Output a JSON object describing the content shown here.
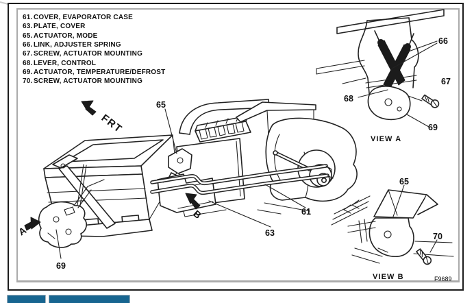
{
  "legend": {
    "items": [
      {
        "num": "61.",
        "label": "COVER, EVAPORATOR CASE"
      },
      {
        "num": "63.",
        "label": "PLATE, COVER"
      },
      {
        "num": "65.",
        "label": "ACTUATOR, MODE"
      },
      {
        "num": "66.",
        "label": "LINK, ADJUSTER SPRING"
      },
      {
        "num": "67.",
        "label": "SCREW, ACTUATOR MOUNTING"
      },
      {
        "num": "68.",
        "label": "LEVER, CONTROL"
      },
      {
        "num": "69.",
        "label": "ACTUATOR, TEMPERATURE/DEFROST"
      },
      {
        "num": "70.",
        "label": "SCREW, ACTUATOR MOUNTING"
      }
    ]
  },
  "diagram": {
    "front_arrow_label": "FRT",
    "detail_markers": {
      "a": "A",
      "b": "B"
    },
    "main_callouts": {
      "c65": "65",
      "c61": "61",
      "c63": "63",
      "c69": "69"
    },
    "view_a": {
      "title": "VIEW A",
      "callouts": {
        "c66": "66",
        "c67": "67",
        "c68": "68",
        "c69": "69"
      }
    },
    "view_b": {
      "title": "VIEW B",
      "callouts": {
        "c65": "65",
        "c70": "70"
      }
    },
    "figure_code": "F9689"
  },
  "colors": {
    "button_blue": "#176590",
    "line_black": "#222222",
    "frame_gray": "#ababab"
  }
}
